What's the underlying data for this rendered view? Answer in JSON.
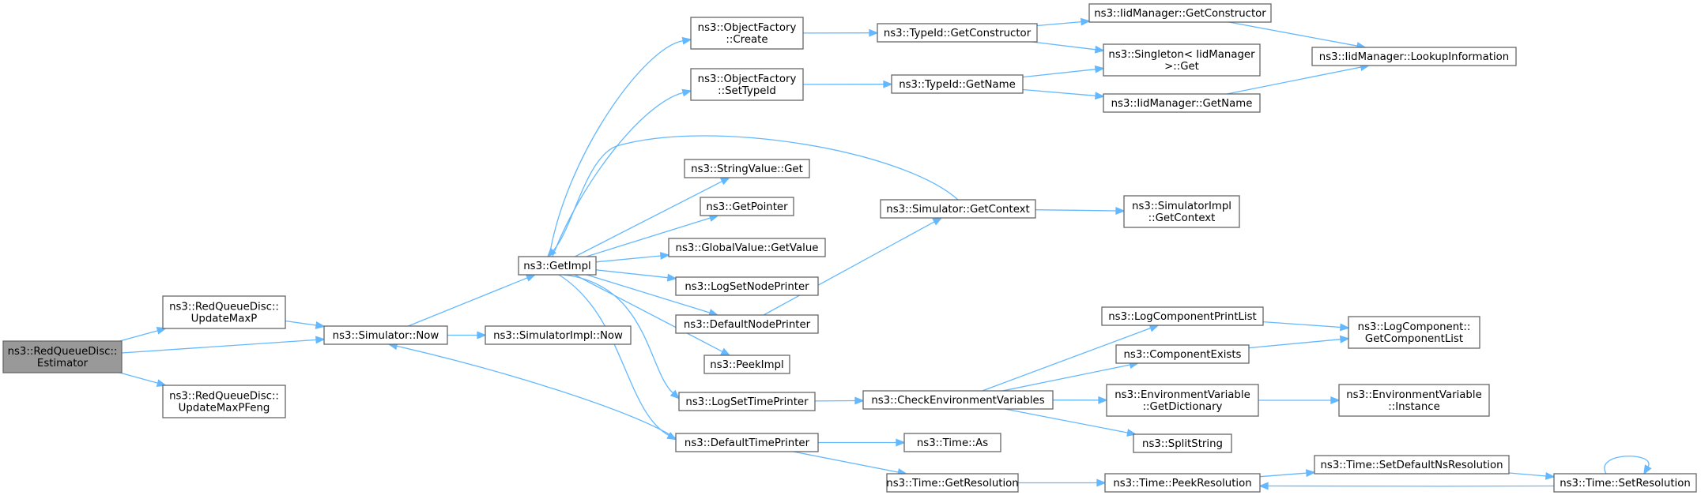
{
  "graph": {
    "edge_color": "#63b8ff",
    "root_fill": "#999999",
    "node_border": "#666666",
    "nodes": [
      {
        "id": "estimator",
        "lines": [
          "ns3::RedQueueDisc::",
          "Estimator"
        ],
        "root": true
      },
      {
        "id": "updatemaxp",
        "lines": [
          "ns3::RedQueueDisc::",
          "UpdateMaxP"
        ]
      },
      {
        "id": "updatemaxpfeng",
        "lines": [
          "ns3::RedQueueDisc::",
          "UpdateMaxPFeng"
        ]
      },
      {
        "id": "now",
        "lines": [
          "ns3::Simulator::Now"
        ]
      },
      {
        "id": "getimpl",
        "lines": [
          "ns3::GetImpl"
        ]
      },
      {
        "id": "simimplnow",
        "lines": [
          "ns3::SimulatorImpl::Now"
        ]
      },
      {
        "id": "create",
        "lines": [
          "ns3::ObjectFactory",
          "::Create"
        ]
      },
      {
        "id": "settypeid",
        "lines": [
          "ns3::ObjectFactory",
          "::SetTypeId"
        ]
      },
      {
        "id": "stringvalueget",
        "lines": [
          "ns3::StringValue::Get"
        ]
      },
      {
        "id": "getpointer",
        "lines": [
          "ns3::GetPointer"
        ]
      },
      {
        "id": "globalgetvalue",
        "lines": [
          "ns3::GlobalValue::GetValue"
        ]
      },
      {
        "id": "logsetnodeprinter",
        "lines": [
          "ns3::LogSetNodePrinter"
        ]
      },
      {
        "id": "defaultnodeprinter",
        "lines": [
          "ns3::DefaultNodePrinter"
        ]
      },
      {
        "id": "peekimpl",
        "lines": [
          "ns3::PeekImpl"
        ]
      },
      {
        "id": "logsettimeprinter",
        "lines": [
          "ns3::LogSetTimePrinter"
        ]
      },
      {
        "id": "defaulttimeprinter",
        "lines": [
          "ns3::DefaultTimePrinter"
        ]
      },
      {
        "id": "getconstructor",
        "lines": [
          "ns3::TypeId::GetConstructor"
        ]
      },
      {
        "id": "typeidgetname",
        "lines": [
          "ns3::TypeId::GetName"
        ]
      },
      {
        "id": "getcontext",
        "lines": [
          "ns3::Simulator::GetContext"
        ]
      },
      {
        "id": "checkenv",
        "lines": [
          "ns3::CheckEnvironmentVariables"
        ]
      },
      {
        "id": "timeas",
        "lines": [
          "ns3::Time::As"
        ]
      },
      {
        "id": "timegetresolution",
        "lines": [
          "ns3::Time::GetResolution"
        ]
      },
      {
        "id": "iidgetconstructor",
        "lines": [
          "ns3::IidManager::GetConstructor"
        ]
      },
      {
        "id": "singletonget",
        "lines": [
          "ns3::Singleton< IidManager",
          ">::Get"
        ]
      },
      {
        "id": "iidgetname",
        "lines": [
          "ns3::IidManager::GetName"
        ]
      },
      {
        "id": "lookupinfo",
        "lines": [
          "ns3::IidManager::LookupInformation"
        ]
      },
      {
        "id": "simimplgetcontext",
        "lines": [
          "ns3::SimulatorImpl",
          "::GetContext"
        ]
      },
      {
        "id": "logcompprintlist",
        "lines": [
          "ns3::LogComponentPrintList"
        ]
      },
      {
        "id": "compexists",
        "lines": [
          "ns3::ComponentExists"
        ]
      },
      {
        "id": "envgetdict",
        "lines": [
          "ns3::EnvironmentVariable",
          "::GetDictionary"
        ]
      },
      {
        "id": "splitstring",
        "lines": [
          "ns3::SplitString"
        ]
      },
      {
        "id": "getcomplist",
        "lines": [
          "ns3::LogComponent::",
          "GetComponentList"
        ]
      },
      {
        "id": "envinstance",
        "lines": [
          "ns3::EnvironmentVariable",
          "::Instance"
        ]
      },
      {
        "id": "peekresolution",
        "lines": [
          "ns3::Time::PeekResolution"
        ]
      },
      {
        "id": "setdefaultnsres",
        "lines": [
          "ns3::Time::SetDefaultNsResolution"
        ]
      },
      {
        "id": "setresolution",
        "lines": [
          "ns3::Time::SetResolution"
        ]
      }
    ],
    "edges": [
      [
        "estimator",
        "updatemaxp"
      ],
      [
        "estimator",
        "now"
      ],
      [
        "estimator",
        "updatemaxpfeng"
      ],
      [
        "updatemaxp",
        "now"
      ],
      [
        "now",
        "getimpl"
      ],
      [
        "now",
        "simimplnow"
      ],
      [
        "getimpl",
        "create"
      ],
      [
        "getimpl",
        "settypeid"
      ],
      [
        "getimpl",
        "stringvalueget"
      ],
      [
        "getimpl",
        "getpointer"
      ],
      [
        "getimpl",
        "globalgetvalue"
      ],
      [
        "getimpl",
        "logsetnodeprinter"
      ],
      [
        "getimpl",
        "defaultnodeprinter"
      ],
      [
        "getimpl",
        "peekimpl"
      ],
      [
        "getimpl",
        "logsettimeprinter"
      ],
      [
        "getimpl",
        "defaulttimeprinter"
      ],
      [
        "create",
        "getconstructor"
      ],
      [
        "settypeid",
        "typeidgetname"
      ],
      [
        "getconstructor",
        "iidgetconstructor"
      ],
      [
        "getconstructor",
        "singletonget"
      ],
      [
        "typeidgetname",
        "singletonget"
      ],
      [
        "typeidgetname",
        "iidgetname"
      ],
      [
        "iidgetconstructor",
        "lookupinfo"
      ],
      [
        "iidgetname",
        "lookupinfo"
      ],
      [
        "getcontext",
        "getimpl"
      ],
      [
        "getcontext",
        "simimplgetcontext"
      ],
      [
        "defaultnodeprinter",
        "getcontext"
      ],
      [
        "logsettimeprinter",
        "checkenv"
      ],
      [
        "checkenv",
        "logcompprintlist"
      ],
      [
        "checkenv",
        "compexists"
      ],
      [
        "checkenv",
        "envgetdict"
      ],
      [
        "checkenv",
        "splitstring"
      ],
      [
        "logcompprintlist",
        "getcomplist"
      ],
      [
        "compexists",
        "getcomplist"
      ],
      [
        "envgetdict",
        "envinstance"
      ],
      [
        "defaulttimeprinter",
        "now"
      ],
      [
        "defaulttimeprinter",
        "timeas"
      ],
      [
        "defaulttimeprinter",
        "timegetresolution"
      ],
      [
        "timegetresolution",
        "peekresolution"
      ],
      [
        "peekresolution",
        "setdefaultnsres"
      ],
      [
        "setdefaultnsres",
        "setresolution"
      ],
      [
        "setresolution",
        "peekresolution"
      ],
      [
        "setresolution",
        "setresolution"
      ]
    ]
  }
}
